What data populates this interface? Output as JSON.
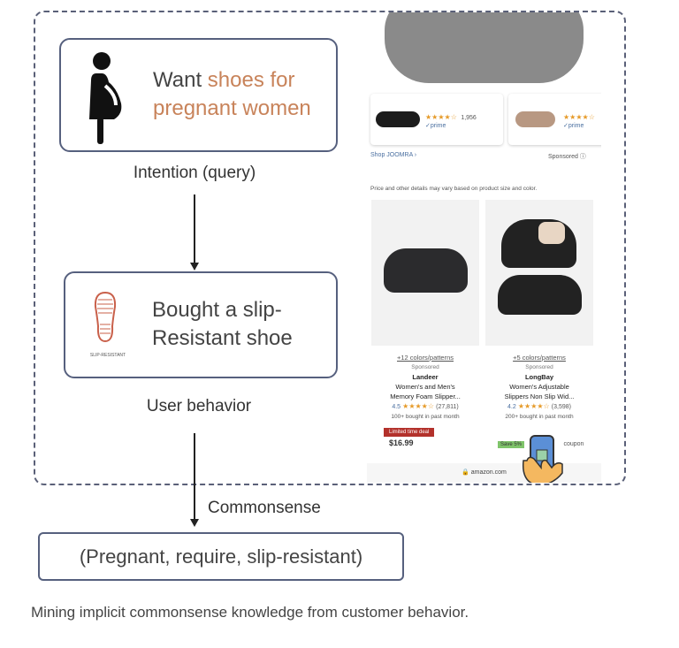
{
  "query_box": {
    "text_plain": "Want ",
    "text_accent_1": "shoes for",
    "text_accent_2": "pregnant women",
    "icon": "pregnant-woman-icon"
  },
  "query_label": "Intention (query)",
  "behavior_box": {
    "line1": "Bought a slip-",
    "line2": "Resistant shoe",
    "icon": "shoe-sole-icon",
    "icon_caption": "SLIP-RESISTANT"
  },
  "behavior_label": "User behavior",
  "edge_label": "Commonsense",
  "triple": "(Pregnant, require, slip-resistant)",
  "caption": "Mining implicit commonsense knowledge from customer behavior.",
  "colors": {
    "accent": "#c8835a",
    "border": "#56607e"
  },
  "screenshot": {
    "top_cards": [
      {
        "rating": "★★★★☆",
        "count": "1,956",
        "prime": "✓prime"
      },
      {
        "rating": "★★★★☆",
        "prime": "✓prime"
      }
    ],
    "shop_link": "Shop JOOMRA ›",
    "sponsored": "Sponsored ⓘ",
    "notice": "Price and other details may vary based on product size and color.",
    "products": [
      {
        "options": "+12 colors/patterns",
        "sponsored": "Sponsored",
        "brand": "Landeer",
        "title1": "Women's and Men's",
        "title2": "Memory Foam Slipper...",
        "rating": "4.5",
        "stars": "★★★★☆",
        "count": "(27,811)",
        "bought": "100+ bought in past month",
        "badge": "Limited time deal",
        "price": "$16.99"
      },
      {
        "options": "+5 colors/patterns",
        "sponsored": "Sponsored",
        "brand": "LongBay",
        "title1": "Women's Adjustable",
        "title2": "Slippers Non Slip Wid...",
        "rating": "4.2",
        "stars": "★★★★☆",
        "count": "(3,598)",
        "bought": "200+ bought in past month",
        "badge": "Save 5%",
        "coupon": "coupon"
      }
    ],
    "footer": "🔒 amazon.com"
  }
}
